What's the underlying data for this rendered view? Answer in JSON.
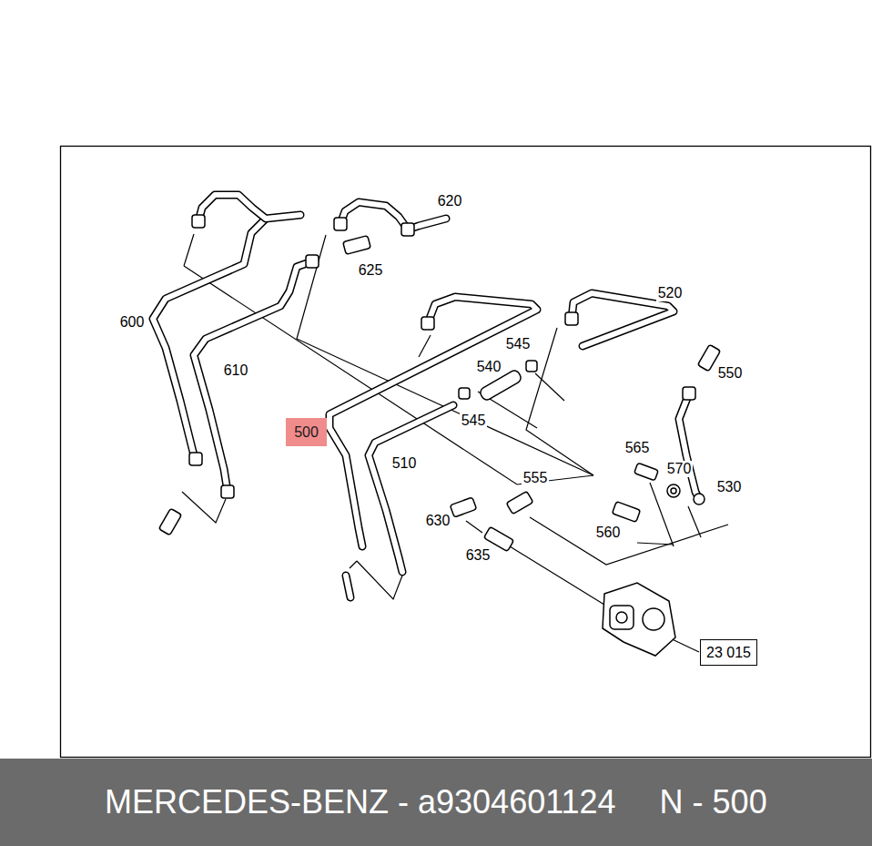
{
  "diagram": {
    "nodes": [
      {
        "text": [
          "500"
        ]
      },
      {
        "text": [
          "23 015"
        ]
      },
      {
        "text": [
          "MERCEDES-BENZ - a9304601124",
          "N - 500"
        ]
      }
    ],
    "labels": [
      "620",
      "625",
      "600",
      "610",
      "520",
      "545",
      "540",
      "550",
      "545",
      "510",
      "565",
      "555",
      "570",
      "530",
      "630",
      "560",
      "635"
    ]
  }
}
